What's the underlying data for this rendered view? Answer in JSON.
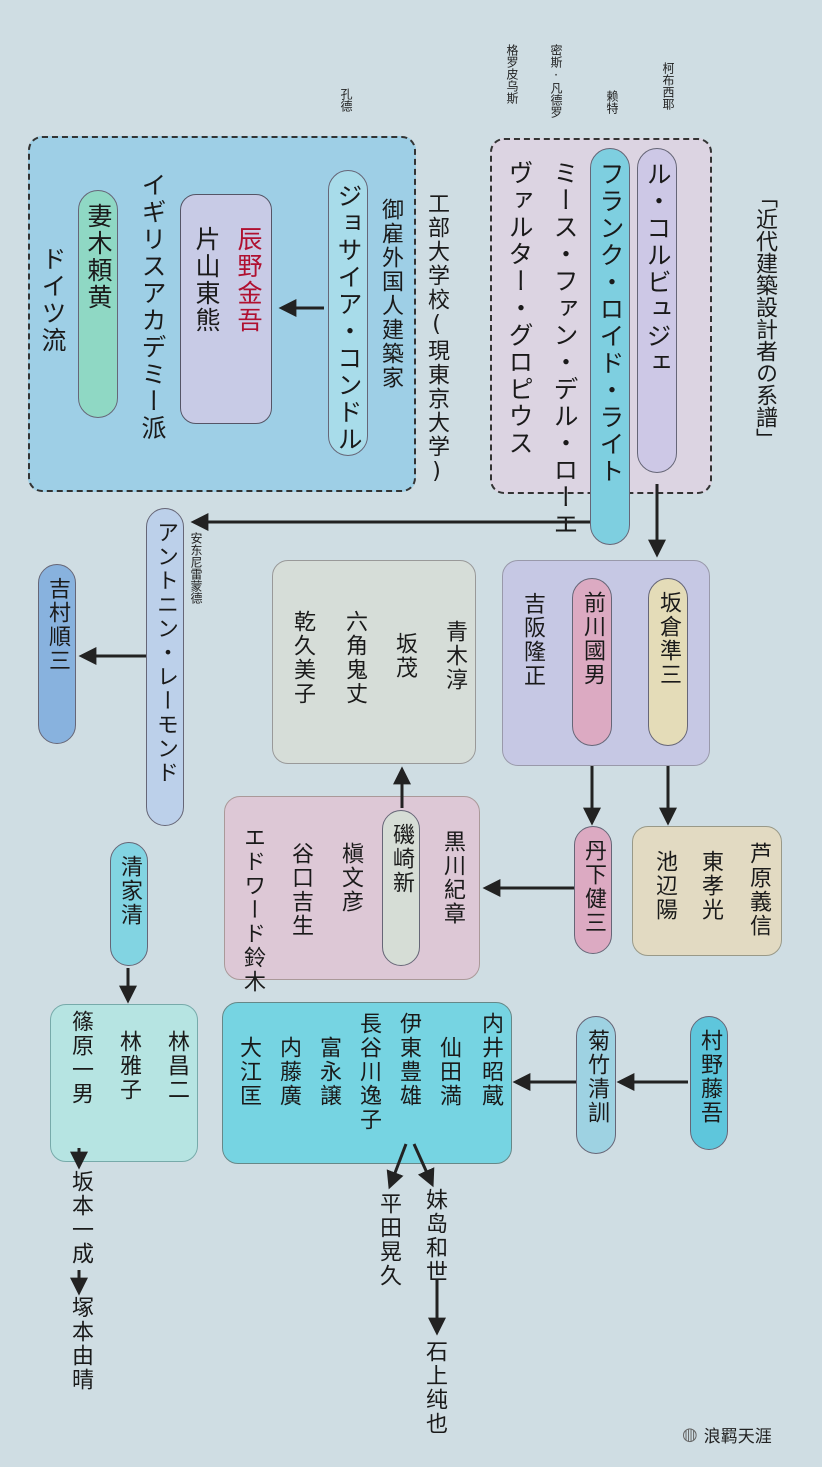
{
  "title": "「近代建築設計者の系譜」",
  "western": {
    "notes": [
      "柯布西耶",
      "赖特",
      "密斯·凡德罗",
      "格罗皮乌斯"
    ],
    "architects": [
      "ル・コルビュジェ",
      "フランク・ロイド・ライト",
      "ミース・ファン・デル・ローエ",
      "ヴァルター・グロピウス"
    ]
  },
  "conder_group": {
    "note": "孔德",
    "school": "工部大学校(現東京大学)",
    "hired": "御雇外国人建築家",
    "conder": "ジョサイア・コンドル",
    "tatsuno": "辰野金吾",
    "katayama": "片山東熊",
    "british": "イギリスアカデミー派",
    "tsumaki": "妻木頼黄",
    "german": "ドイツ流"
  },
  "raymond": {
    "note": "安东尼雷蒙德",
    "name": "アントニン・レーモンド"
  },
  "yoshimura": "吉村順三",
  "corbu_pupils": [
    "坂倉準三",
    "前川國男",
    "吉阪隆正"
  ],
  "sakakura_pupils": [
    "芦原義信",
    "東孝光",
    "池辺陽"
  ],
  "tange": "丹下健三",
  "tange_pupils": [
    "黒川紀章",
    "磯崎新",
    "槇文彦",
    "谷口吉生",
    "エドワード鈴木"
  ],
  "isozaki_pupils": [
    "青木淳",
    "坂茂",
    "六角鬼丈",
    "乾久美子"
  ],
  "murano": "村野藤吾",
  "kikutake": "菊竹清訓",
  "kikutake_pupils": [
    "内井昭蔵",
    "仙田満",
    "伊東豊雄",
    "長谷川逸子",
    "富永譲",
    "内藤廣",
    "大江匡"
  ],
  "ito_pupils": [
    "妹岛和世",
    "平田晃久"
  ],
  "ishigami": "石上纯也",
  "seike": "清家清",
  "seike_pupils": [
    "林昌二",
    "林雅子",
    "篠原一男"
  ],
  "sakamoto": "坂本一成",
  "tsukamoto": "塚本由晴",
  "watermark": "浪羁天涯",
  "colors": {
    "background": "#cfdde3",
    "corbu_box": "#dcd4e2",
    "wright_pill": "#7ecfe0",
    "conder_box": "#9ecfe6",
    "tatsuno_text": "#b01030"
  }
}
